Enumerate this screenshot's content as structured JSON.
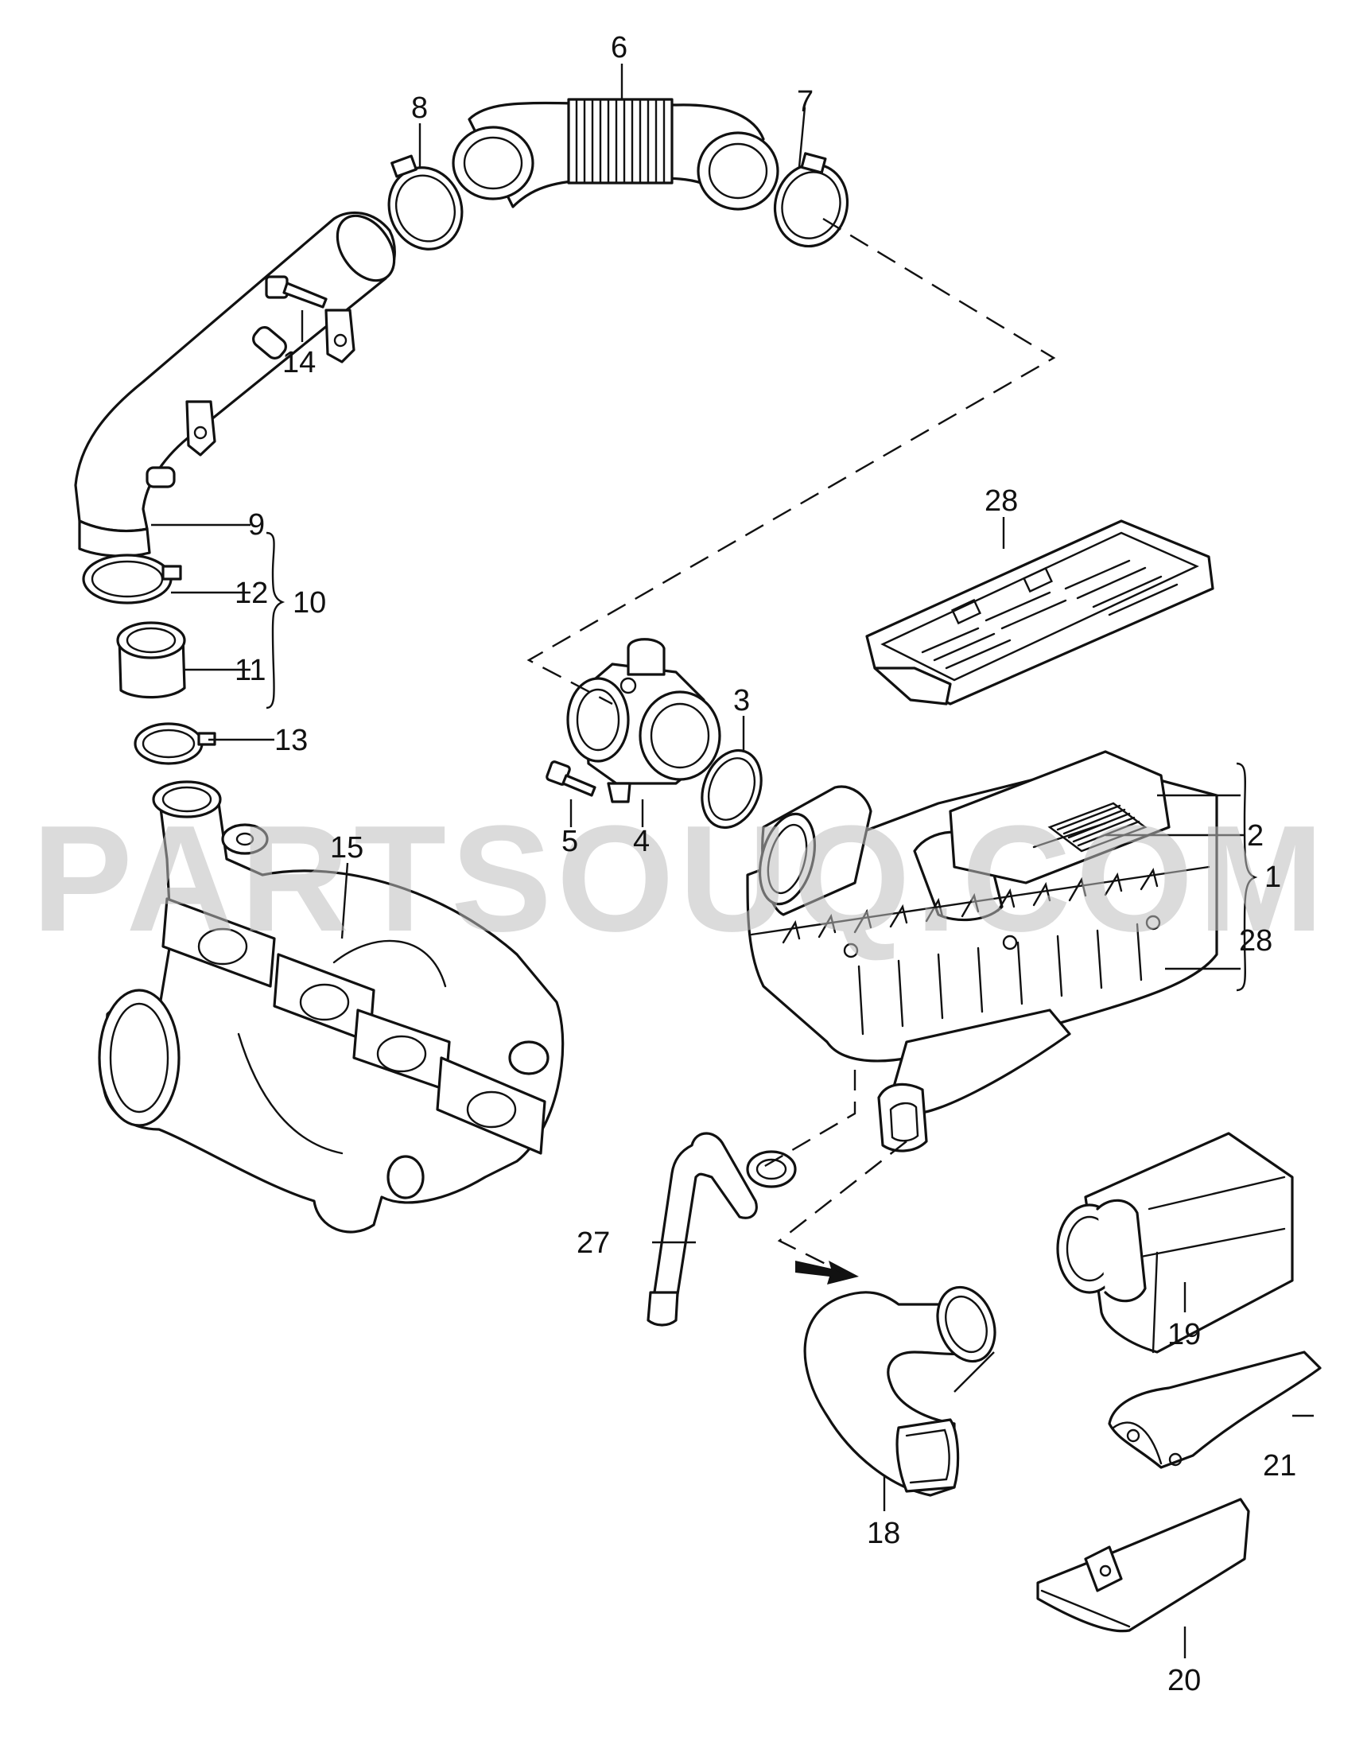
{
  "watermark": "PARTSOUQ.COM",
  "callouts": {
    "c1": "1",
    "c2": "2",
    "c3": "3",
    "c4": "4",
    "c5": "5",
    "c6": "6",
    "c7": "7",
    "c8": "8",
    "c9": "9",
    "c10": "10",
    "c11": "11",
    "c12": "12",
    "c13": "13",
    "c14": "14",
    "c15": "15",
    "c18": "18",
    "c19": "19",
    "c20": "20",
    "c21": "21",
    "c27": "27",
    "c28a": "28",
    "c28b": "28"
  }
}
